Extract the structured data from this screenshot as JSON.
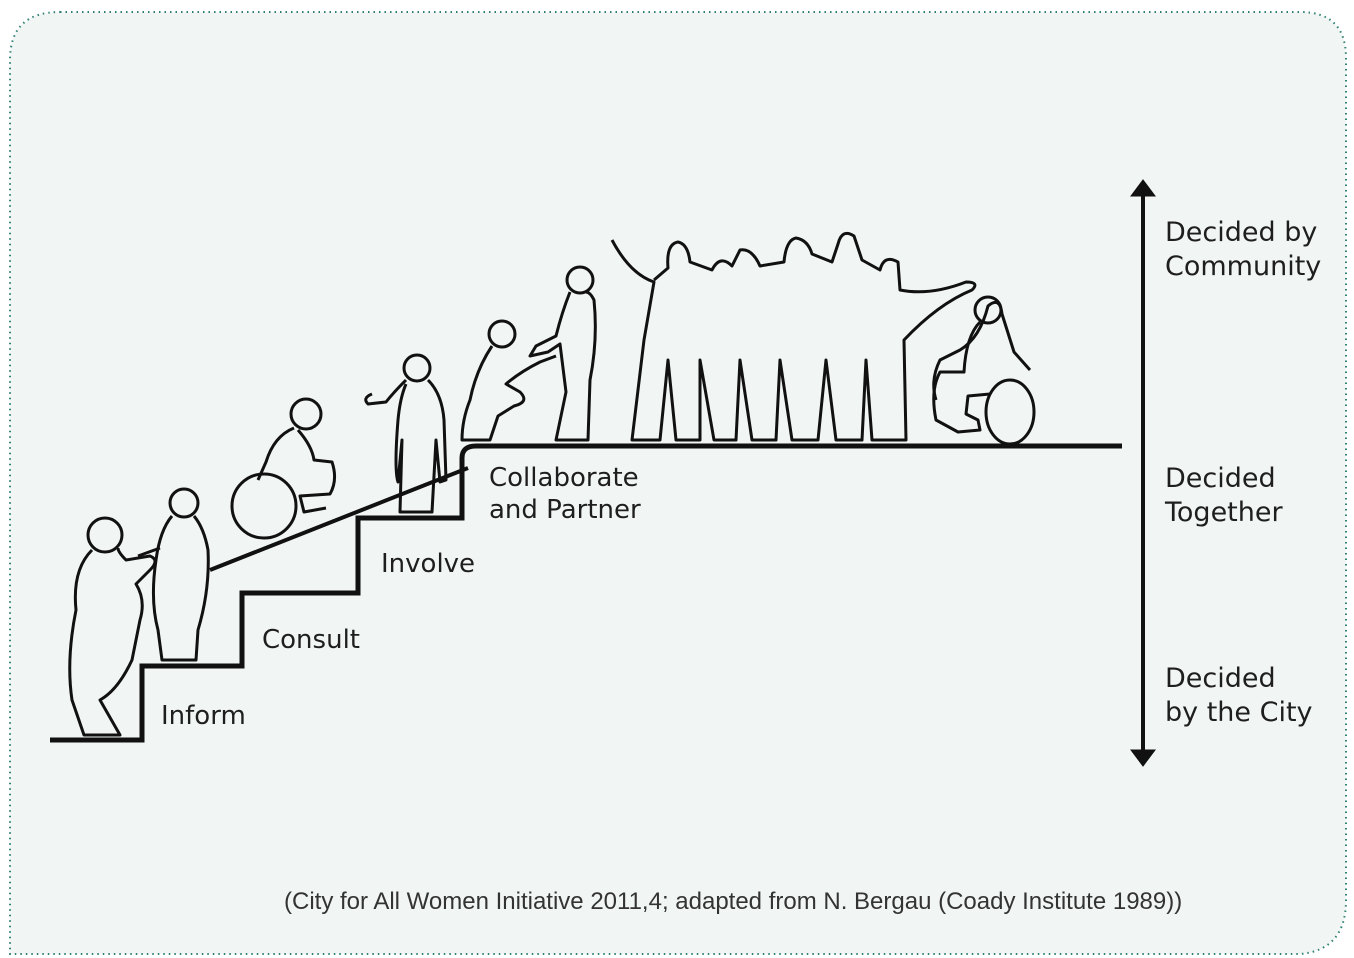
{
  "diagram": {
    "steps": [
      {
        "id": "inform",
        "label": "Inform"
      },
      {
        "id": "consult",
        "label": "Consult"
      },
      {
        "id": "involve",
        "label": "Involve"
      },
      {
        "id": "collaborate",
        "label_line1": "Collaborate",
        "label_line2": "and Partner"
      }
    ],
    "scale": {
      "top_line1": "Decided by",
      "top_line2": "Community",
      "middle_line1": "Decided",
      "middle_line2": "Together",
      "bottom_line1": "Decided",
      "bottom_line2": "by the City"
    },
    "caption": "(City for All Women Initiative 2011,4; adapted from N. Bergau (Coady Institute 1989))"
  },
  "colors": {
    "panel_background": "#f1f5f4",
    "panel_border": "#2f7f72",
    "ink": "#111111"
  }
}
